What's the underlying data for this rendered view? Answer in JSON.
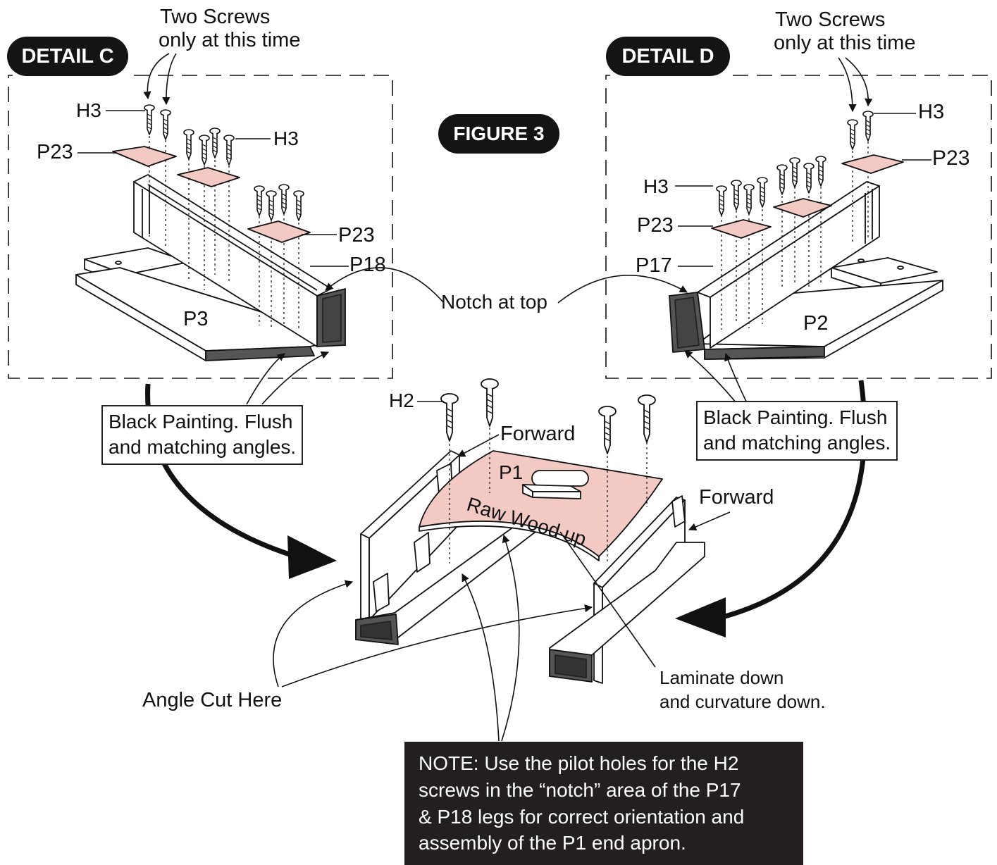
{
  "colors": {
    "laminate": "#f3c9c4",
    "black_paint": "#555555",
    "wood": "#ffffff",
    "ink": "#111111",
    "note_bg": "#231f20"
  },
  "figure_title": "FIGURE 3",
  "detail_c": {
    "title": "DETAIL C",
    "screws_note": [
      "Two Screws",
      "only at this time"
    ],
    "labels": {
      "h3_a": "H3",
      "h3_b": "H3",
      "p23_a": "P23",
      "p23_b": "P23",
      "p18": "P18",
      "p3": "P3"
    },
    "paint_note": [
      "Black Painting. Flush",
      "and matching angles."
    ]
  },
  "detail_d": {
    "title": "DETAIL D",
    "screws_note": [
      "Two Screws",
      "only at this time"
    ],
    "labels": {
      "h3_a": "H3",
      "h3_b": "H3",
      "p23_a": "P23",
      "p23_b": "P23",
      "p17": "P17",
      "p2": "P2"
    },
    "paint_note": [
      "Black Painting. Flush",
      "and matching angles."
    ]
  },
  "notch_label": "Notch at top",
  "assembly": {
    "h2": "H2",
    "forward_left": "Forward",
    "forward_right": "Forward",
    "p1": "P1",
    "raw_wood": "Raw Wood up",
    "angle_cut": "Angle Cut Here",
    "laminate_note": [
      "Laminate down",
      "and curvature down."
    ]
  },
  "note": [
    "NOTE:  Use the pilot holes for the H2",
    "screws  in the “notch” area of the P17",
    "& P18 legs for correct orientation and",
    "assembly of  the P1 end apron."
  ]
}
